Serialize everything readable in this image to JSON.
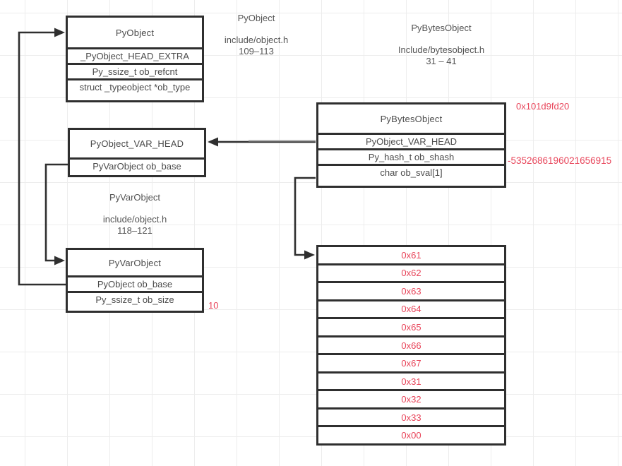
{
  "colors": {
    "stroke": "#2f2f2f",
    "text": "#4b4b4b",
    "red": "#e8455a",
    "grid": "#ededed",
    "background": "#ffffff"
  },
  "structs": {
    "pyobject": {
      "title": "PyObject",
      "rows": [
        "_PyObject_HEAD_EXTRA",
        "Py_ssize_t ob_refcnt",
        "struct _typeobject *ob_type"
      ]
    },
    "pyobject_var_head": {
      "title": "PyObject_VAR_HEAD",
      "rows": [
        "PyVarObject ob_base"
      ]
    },
    "pyvarobject": {
      "title": "PyVarObject",
      "rows": [
        "PyObject ob_base",
        "Py_ssize_t ob_size"
      ]
    },
    "pybytesobject": {
      "title": "PyBytesObject",
      "rows": [
        "PyObject_VAR_HEAD",
        "Py_hash_t ob_shash",
        "char ob_sval[1]"
      ]
    }
  },
  "labels": {
    "pyobject": {
      "title": "PyObject",
      "file": "include/object.h",
      "lines": "109–113"
    },
    "pybytesobject": {
      "title": "PyBytesObject",
      "file": "Include/bytesobject.h",
      "lines": "31 – 41"
    },
    "pyvarobject": {
      "title": "PyVarObject",
      "file": "include/object.h",
      "lines": "118–121"
    }
  },
  "annotations": {
    "address": "0x101d9fd20",
    "hash_value": "-5352686196021656915",
    "ob_size_value": "10"
  },
  "byte_cells": [
    "0x61",
    "0x62",
    "0x63",
    "0x64",
    "0x65",
    "0x66",
    "0x67",
    "0x31",
    "0x32",
    "0x33",
    "0x00"
  ]
}
